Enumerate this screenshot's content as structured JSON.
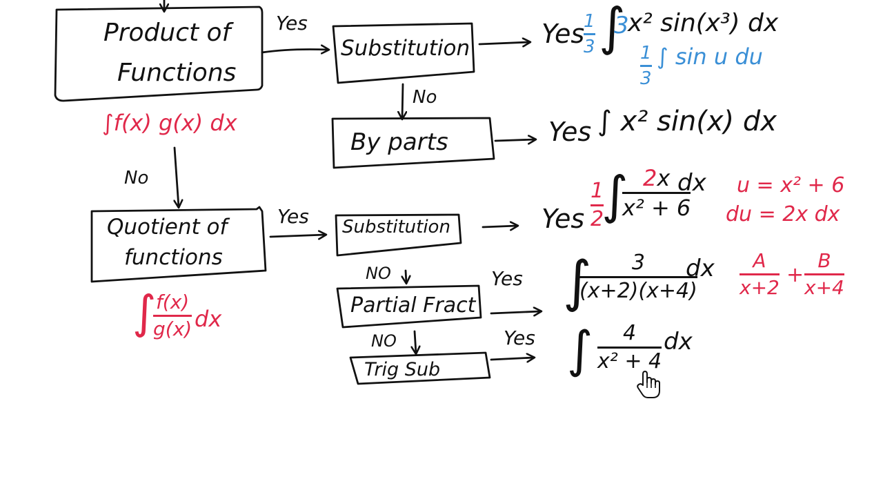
{
  "nodes": {
    "product": [
      "Product of",
      "Functions"
    ],
    "quotient": [
      "Quotient of",
      "functions"
    ],
    "substitution_1": "Substitution",
    "by_parts": "By parts",
    "substitution_2": "Substitution",
    "partial_fract": "Partial Fract",
    "trig_sub": "Trig Sub"
  },
  "edges": {
    "yes": "Yes",
    "no": "No",
    "no_caps": "NO"
  },
  "formulas": {
    "product_general": "∫f(x) g(x) dx",
    "quotient_general": {
      "sign": "∫",
      "num": "f(x)",
      "den": "g(x)",
      "tail": "dx"
    },
    "sub1_coef": {
      "num": "1",
      "den": "3"
    },
    "sub1_integral": "∫",
    "sub1_three": "3",
    "sub1_rest": "x² sin(x³) dx",
    "sub1_result_coef": {
      "num": "1",
      "den": "3"
    },
    "sub1_result": "∫ sin u du",
    "parts_example": "∫ x² sin(x) dx",
    "sub2_coef": {
      "num": "1",
      "den": "2"
    },
    "sub2_integral": "∫",
    "sub2_num_red": "2",
    "sub2_num_x": "x",
    "sub2_den": "x² + 6",
    "sub2_tail": "dx",
    "sub2_u": "u = x² + 6",
    "sub2_du": "du = 2x dx",
    "partial_example": {
      "sign": "∫",
      "num": "3",
      "den": "(x+2)(x+4)",
      "tail": "dx"
    },
    "partial_A": {
      "num": "A",
      "den": "x+2"
    },
    "partial_plus": "+",
    "partial_B": {
      "num": "B",
      "den": "x+4"
    },
    "trig_example": {
      "sign": "∫",
      "num": "4",
      "den": "x² + 4",
      "tail": "dx"
    }
  },
  "colors": {
    "ink": "#111111",
    "red": "#e0284a",
    "blue": "#3a8fd6",
    "background": "#ffffff"
  }
}
